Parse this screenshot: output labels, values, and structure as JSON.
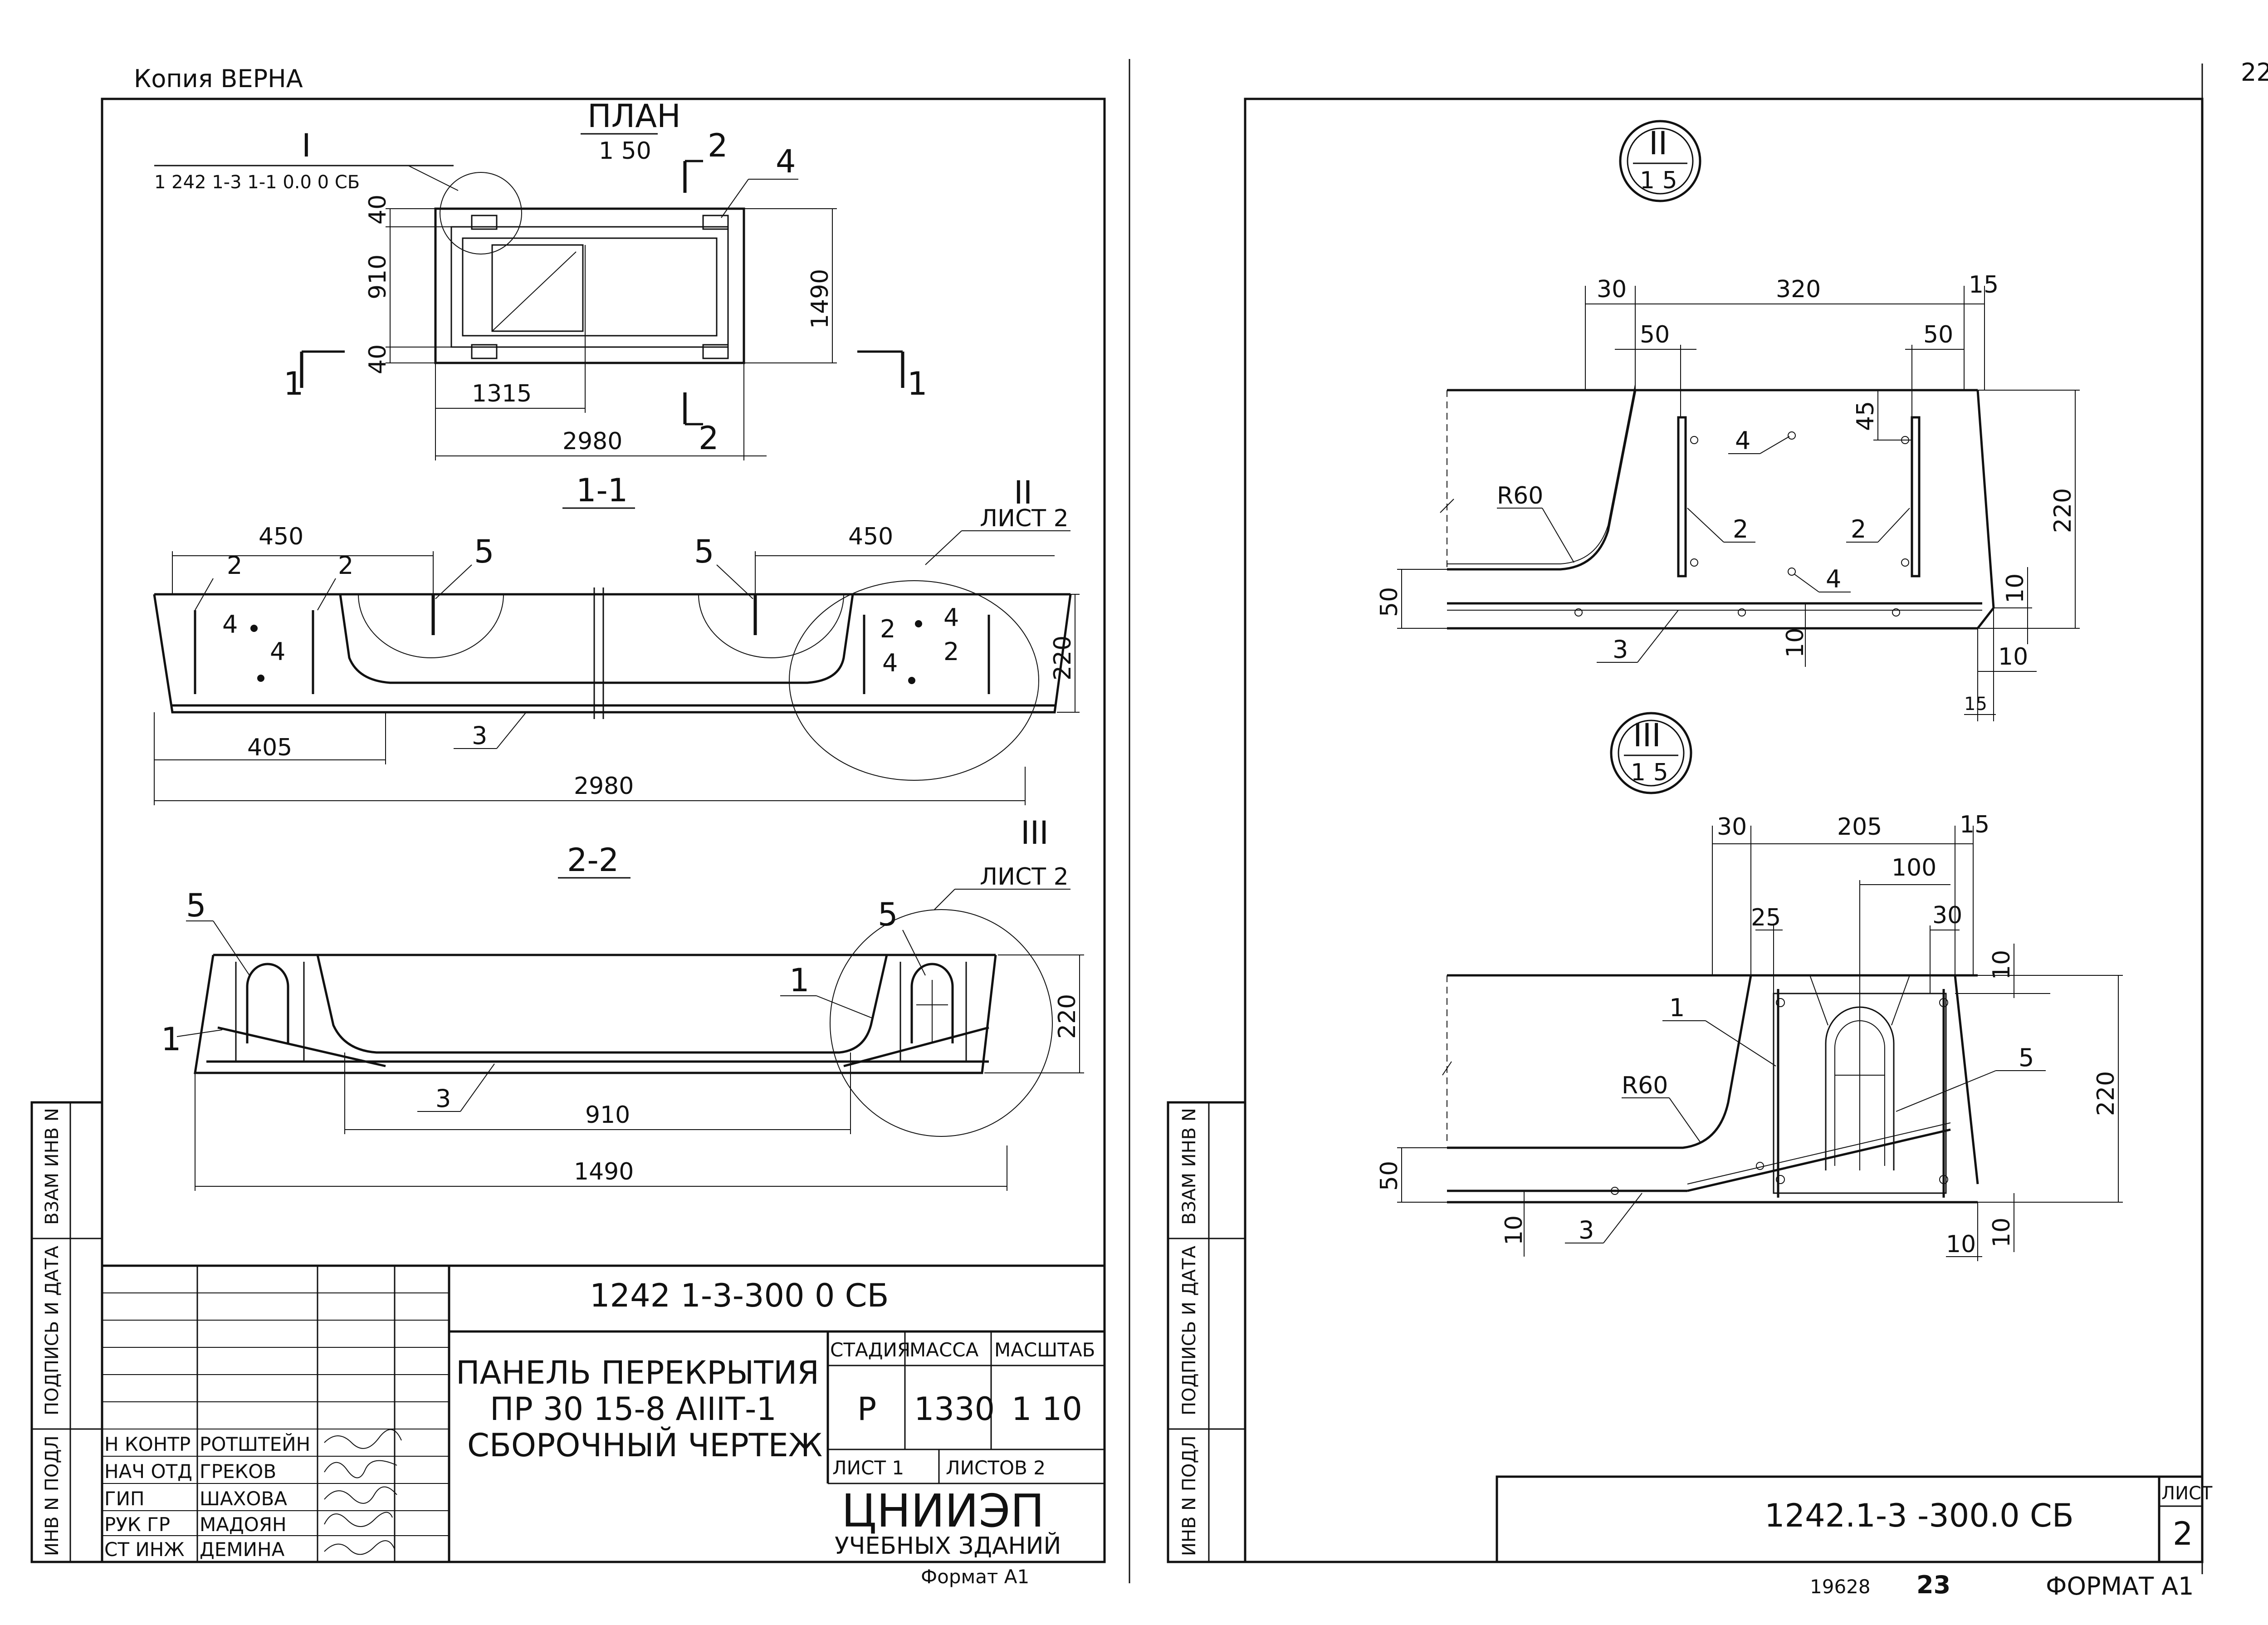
{
  "header": {
    "copy_stamp": "Копия ВЕРНА",
    "page_number": "22"
  },
  "sheet1": {
    "plan": {
      "title": "ПЛАН",
      "scale": "1 50",
      "callout_I": "I",
      "callout_ref": "1 242 1-3 1-1 0.0 0 СБ",
      "dims": {
        "d40a": "40",
        "d910": "910",
        "d40b": "40",
        "d1490": "1490",
        "d1315": "1315",
        "d2980": "2980"
      },
      "cut_labels": {
        "c1": "1",
        "c2": "2"
      },
      "pos4": "4"
    },
    "section11": {
      "title": "1-1",
      "dims": {
        "d450a": "450",
        "d450b": "450",
        "d220": "220",
        "d405": "405",
        "d2980": "2980"
      },
      "pos": {
        "p2": "2",
        "p3": "3",
        "p4": "4",
        "p5": "5"
      },
      "callout_II": "II",
      "callout_sheet": "ЛИСТ 2"
    },
    "section22": {
      "title": "2-2",
      "dims": {
        "d220": "220",
        "d910": "910",
        "d1490": "1490"
      },
      "pos": {
        "p1": "1",
        "p3": "3",
        "p5": "5"
      },
      "callout_III": "III",
      "callout_sheet": "ЛИСТ 2"
    },
    "side_stamp": {
      "s1": "ВЗАМ ИНВ N",
      "s2": "ПОДПИСЬ И ДАТА",
      "s3": "ИНВ N ПОДЛ"
    },
    "title_block": {
      "doc_code": "1242 1-3-300 0 СБ",
      "title_line1": "ПАНЕЛЬ ПЕРЕКРЫТИЯ",
      "title_line2": "ПР 30 15-8 АIIIТ-1",
      "title_line3": "СБОРОЧНЫЙ ЧЕРТЕЖ",
      "col_stage": "СТАДИЯ",
      "col_mass": "МАССА",
      "col_scale": "МАСШТАБ",
      "stage": "Р",
      "mass": "1330",
      "scale": "1 10",
      "sheet": "ЛИСТ 1",
      "sheets": "ЛИСТОВ 2",
      "org1": "ЦНИИЭП",
      "org2": "УЧЕБНЫХ ЗДАНИЙ",
      "roles": [
        {
          "role": "Н КОНТР",
          "name": "РОТШТЕЙН"
        },
        {
          "role": "НАЧ ОТД",
          "name": "ГРЕКОВ"
        },
        {
          "role": "ГИП",
          "name": "ШАХОВА"
        },
        {
          "role": "РУК ГР",
          "name": "МАДОЯН"
        },
        {
          "role": "СТ ИНЖ",
          "name": "ДЕМИНА"
        }
      ],
      "format": "Формат А1"
    }
  },
  "sheet2": {
    "detailII": {
      "callout_top": "II",
      "callout_bottom": "1 5",
      "dims": {
        "d30": "30",
        "d320": "320",
        "d15a": "15",
        "d50a": "50",
        "d50b": "50",
        "d45": "45",
        "d220": "220",
        "d10a": "10",
        "d10b": "10",
        "d10c": "10",
        "d15b": "15",
        "d50left": "50"
      },
      "radius": "R60",
      "pos": {
        "p2a": "2",
        "p2b": "2",
        "p3": "3",
        "p4a": "4",
        "p4b": "4"
      }
    },
    "detailIII": {
      "callout_top": "III",
      "callout_bottom": "1 5",
      "dims": {
        "d30a": "30",
        "d205": "205",
        "d15": "15",
        "d100": "100",
        "d25": "25",
        "d30b": "30",
        "d10a": "10",
        "d220": "220",
        "d50": "50",
        "d10b": "10",
        "d10c": "10",
        "d10d": "10"
      },
      "radius": "R60",
      "pos": {
        "p1": "1",
        "p3": "3",
        "p5": "5"
      }
    },
    "side_stamp": {
      "s1": "ВЗАМ ИНВ N",
      "s2": "ПОДПИСЬ И ДАТА",
      "s3": "ИНВ N ПОДЛ"
    },
    "title_block": {
      "doc_code": "1242.1-3 -300.0 СБ",
      "sheet_label": "ЛИСТ",
      "sheet_no": "2"
    },
    "footer": {
      "number": "19628",
      "page": "23",
      "format": "ФОРМАТ А1"
    }
  }
}
